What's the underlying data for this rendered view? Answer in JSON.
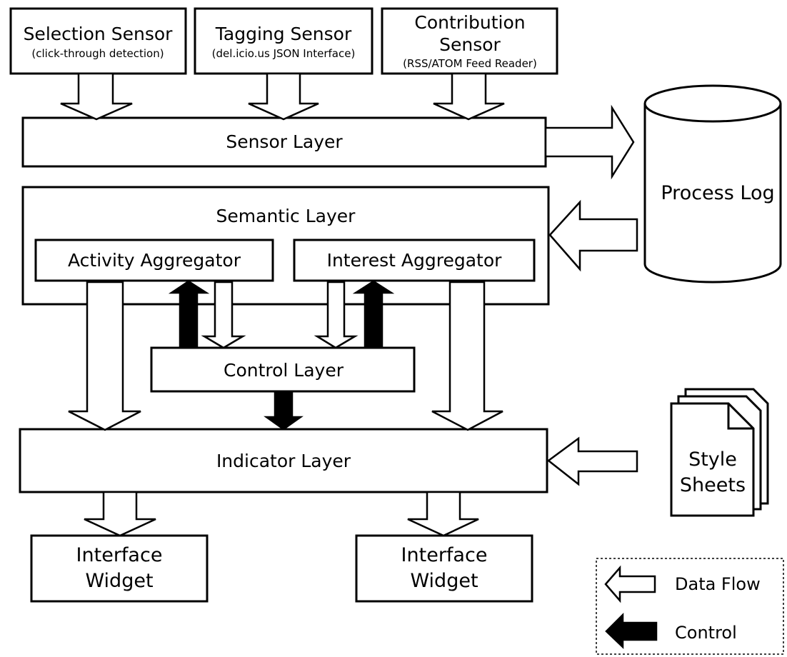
{
  "sensors": {
    "selection": {
      "title": "Selection Sensor",
      "subtitle": "(click-through detection)"
    },
    "tagging": {
      "title": "Tagging Sensor",
      "subtitle": "(del.icio.us JSON Interface)"
    },
    "contribution": {
      "title_line1": "Contribution",
      "title_line2": "Sensor",
      "subtitle": "(RSS/ATOM Feed Reader)"
    }
  },
  "sensor_layer": "Sensor Layer",
  "process_log": "Process Log",
  "semantic_layer": "Semantic Layer",
  "activity_aggregator": "Activity Aggregator",
  "interest_aggregator": "Interest Aggregator",
  "control_layer": "Control Layer",
  "indicator_layer": "Indicator Layer",
  "style_sheets": {
    "line1": "Style",
    "line2": "Sheets"
  },
  "widgets": [
    {
      "line1": "Interface",
      "line2": "Widget"
    },
    {
      "line1": "Interface",
      "line2": "Widget"
    }
  ],
  "legend": {
    "data_flow": "Data Flow",
    "control": "Control"
  },
  "colors": {
    "data_flow_fill": "#ffffff",
    "control_fill": "#000000",
    "stroke": "#000000"
  }
}
